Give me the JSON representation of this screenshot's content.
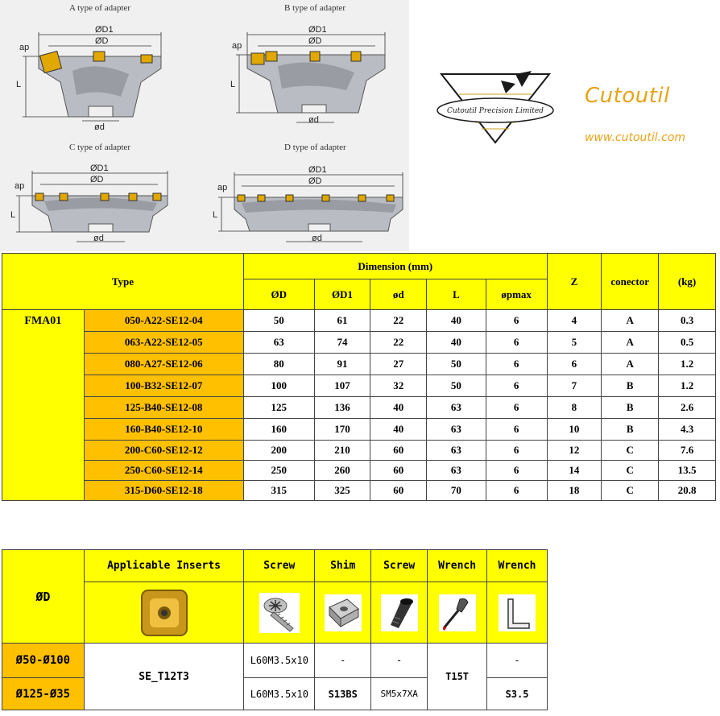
{
  "drawings": {
    "a_title": "A type of adapter",
    "b_title": "B type of adapter",
    "c_title": "C type of adapter",
    "d_title": "D type of adapter",
    "label_d1": "ØD1",
    "label_d": "ØD",
    "label_ap": "ap",
    "label_l": "L",
    "label_bore": "ød"
  },
  "brand": {
    "logo_text": "Cutoutil Precision Limited",
    "name": "Cutoutil",
    "url": "www.cutoutil.com",
    "color": "#e8a317"
  },
  "spec_table": {
    "type_header": "Type",
    "dimension_header": "Dimension (mm)",
    "z_header": "Z",
    "conector_header": "conector",
    "kg_header": "(kg)",
    "dim_columns": [
      "ØD",
      "ØD1",
      "ød",
      "L",
      "øpmax"
    ],
    "family": "FMA01",
    "rows": [
      {
        "model": "050-A22-SE12-04",
        "d": "50",
        "d1": "61",
        "bore": "22",
        "l": "40",
        "ap": "6",
        "z": "4",
        "conector": "A",
        "kg": "0.3"
      },
      {
        "model": "063-A22-SE12-05",
        "d": "63",
        "d1": "74",
        "bore": "22",
        "l": "40",
        "ap": "6",
        "z": "5",
        "conector": "A",
        "kg": "0.5"
      },
      {
        "model": "080-A27-SE12-06",
        "d": "80",
        "d1": "91",
        "bore": "27",
        "l": "50",
        "ap": "6",
        "z": "6",
        "conector": "A",
        "kg": "1.2"
      },
      {
        "model": "100-B32-SE12-07",
        "d": "100",
        "d1": "107",
        "bore": "32",
        "l": "50",
        "ap": "6",
        "z": "7",
        "conector": "B",
        "kg": "1.2"
      },
      {
        "model": "125-B40-SE12-08",
        "d": "125",
        "d1": "136",
        "bore": "40",
        "l": "63",
        "ap": "6",
        "z": "8",
        "conector": "B",
        "kg": "2.6"
      },
      {
        "model": "160-B40-SE12-10",
        "d": "160",
        "d1": "170",
        "bore": "40",
        "l": "63",
        "ap": "6",
        "z": "10",
        "conector": "B",
        "kg": "4.3"
      },
      {
        "model": "200-C60-SE12-12",
        "d": "200",
        "d1": "210",
        "bore": "60",
        "l": "63",
        "ap": "6",
        "z": "12",
        "conector": "C",
        "kg": "7.6"
      },
      {
        "model": "250-C60-SE12-14",
        "d": "250",
        "d1": "260",
        "bore": "60",
        "l": "63",
        "ap": "6",
        "z": "14",
        "conector": "C",
        "kg": "13.5"
      },
      {
        "model": "315-D60-SE12-18",
        "d": "315",
        "d1": "325",
        "bore": "60",
        "l": "70",
        "ap": "6",
        "z": "18",
        "conector": "C",
        "kg": "20.8"
      }
    ]
  },
  "insert_table": {
    "od_header": "ØD",
    "headers": [
      "Applicable Inserts",
      "Screw",
      "Shim",
      "Screw",
      "Wrench",
      "Wrench"
    ],
    "icons": [
      "insert-icon",
      "screw-icon",
      "shim-icon",
      "small-screw-icon",
      "torx-wrench-icon",
      "hex-wrench-icon"
    ],
    "row1": {
      "range": "Ø50-Ø100",
      "screw": "L60M3.5x10",
      "shim": "-",
      "shim_screw": "-",
      "wrench2": "-"
    },
    "row2": {
      "range": "Ø125-Ø35",
      "screw": "L60M3.5x10",
      "shim": "S13BS",
      "shim_screw": "SM5x7XA",
      "wrench2": "S3.5"
    },
    "insert": "SE_T12T3",
    "wrench1": "T15T"
  },
  "colors": {
    "yellow": "#ffff00",
    "orange": "#ffc000",
    "brand": "#e8a317"
  }
}
